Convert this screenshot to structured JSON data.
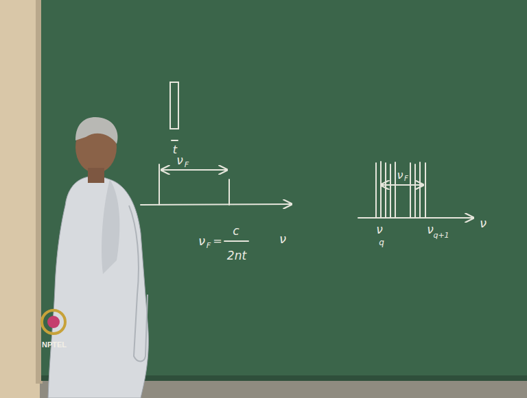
{
  "diagram": {
    "labels": [
      "t",
      "ν",
      "F",
      "ν",
      "F",
      "=",
      "c",
      "2nt",
      "ν",
      "ν",
      "F",
      "ν",
      "q",
      "ν",
      "q+1",
      "ν",
      "NPTEL"
    ]
  }
}
